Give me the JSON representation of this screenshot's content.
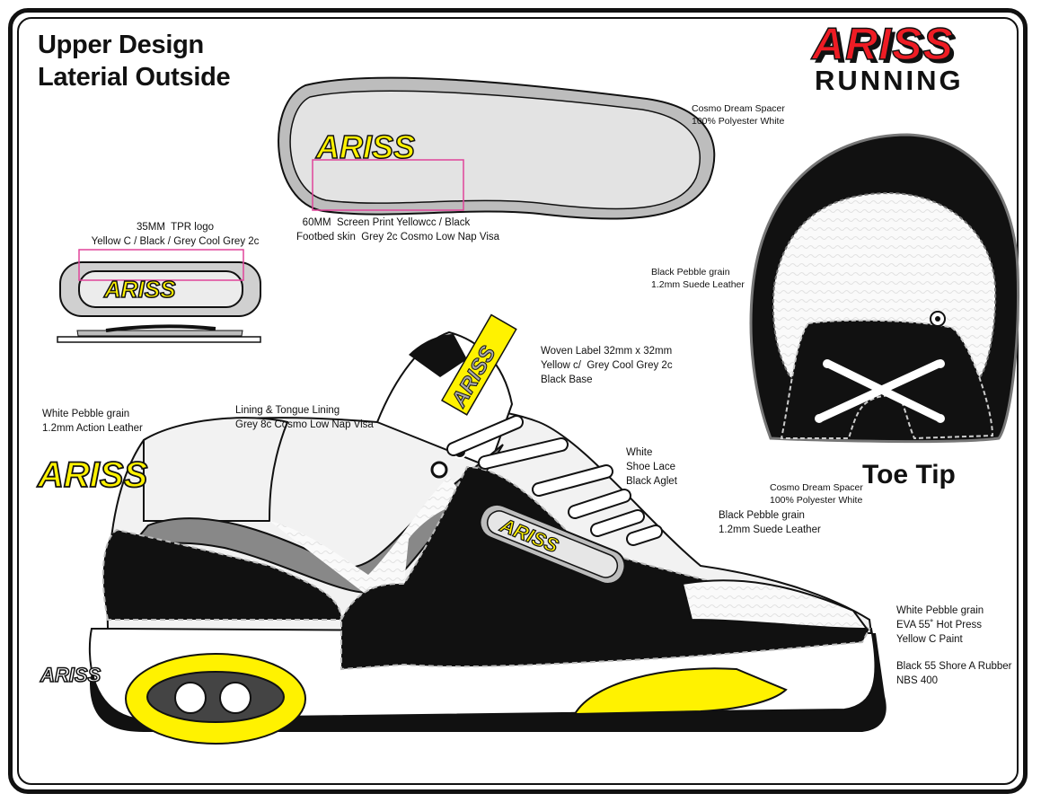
{
  "title": {
    "line1": "Upper Design",
    "line2": "Laterial Outside"
  },
  "brand": {
    "logo": "ARISS",
    "sub": "RUNNING"
  },
  "logo_text": "ARISS",
  "labels": {
    "insole": [
      "60MM  Screen Print Yellowcc / Black",
      "Footbed skin  Grey 2c Cosmo Low Nap Visa"
    ],
    "tpr": [
      "35MM  TPR logo",
      "Yellow C / Black / Grey Cool Grey 2c"
    ],
    "cosmo_top": [
      "Cosmo Dream Spacer",
      "100% Polyester White"
    ],
    "black_pebble_top": [
      "Black Pebble grain",
      "1.2mm Suede Leather"
    ],
    "woven": [
      "Woven Label 32mm x 32mm",
      "Yellow c/  Grey Cool Grey 2c",
      "Black Base"
    ],
    "white_pebble_left": [
      "White Pebble grain",
      "1.2mm Action Leather"
    ],
    "lining": [
      "Lining & Tongue Lining",
      "Grey 8c Cosmo Low Nap Visa"
    ],
    "lace": [
      "White",
      "Shoe Lace",
      "Black Aglet"
    ],
    "cosmo_mid": [
      "Cosmo Dream Spacer",
      "100% Polyester White"
    ],
    "black_pebble_mid": [
      "Black Pebble grain",
      "1.2mm Suede Leather"
    ],
    "eva": [
      "White Pebble grain",
      "EVA 55˚ Hot Press",
      "Yellow C Paint"
    ],
    "rubber": [
      "Black 55 Shore A Rubber",
      "NBS 400"
    ]
  },
  "toe_title": "Toe Tip",
  "colors": {
    "yellow": "#fff200",
    "red": "#ee1c24",
    "black": "#111111",
    "grey": "#8a8a8a",
    "light_grey": "#d9d9d9",
    "pink": "#e0449a"
  }
}
